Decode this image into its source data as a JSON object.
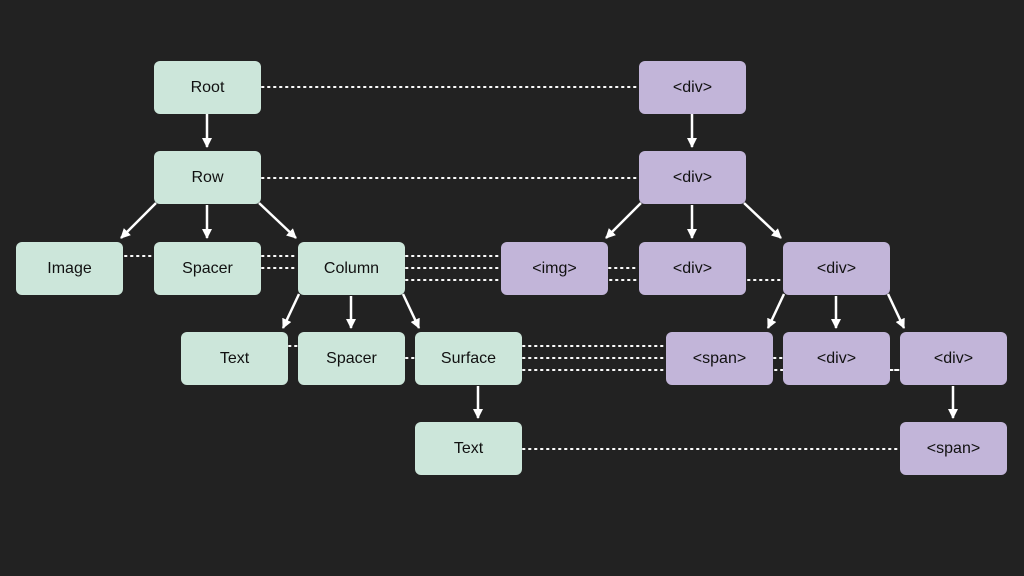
{
  "colors": {
    "background": "#222222",
    "compose_node": "#cce6da",
    "html_node": "#c2b5d9",
    "text": "#111111",
    "arrow": "#ffffff",
    "dotted_link": "#ffffff"
  },
  "compose_tree": {
    "root": "Root",
    "row": "Row",
    "image": "Image",
    "spacer_1": "Spacer",
    "column": "Column",
    "text_1": "Text",
    "spacer_2": "Spacer",
    "surface": "Surface",
    "text_2": "Text"
  },
  "html_tree": {
    "div_root": "<div>",
    "div_row": "<div>",
    "img": "<img>",
    "div_spacer": "<div>",
    "div_column": "<div>",
    "span_text": "<span>",
    "div_spacer_2": "<div>",
    "div_surface": "<div>",
    "span_text_2": "<span>"
  }
}
